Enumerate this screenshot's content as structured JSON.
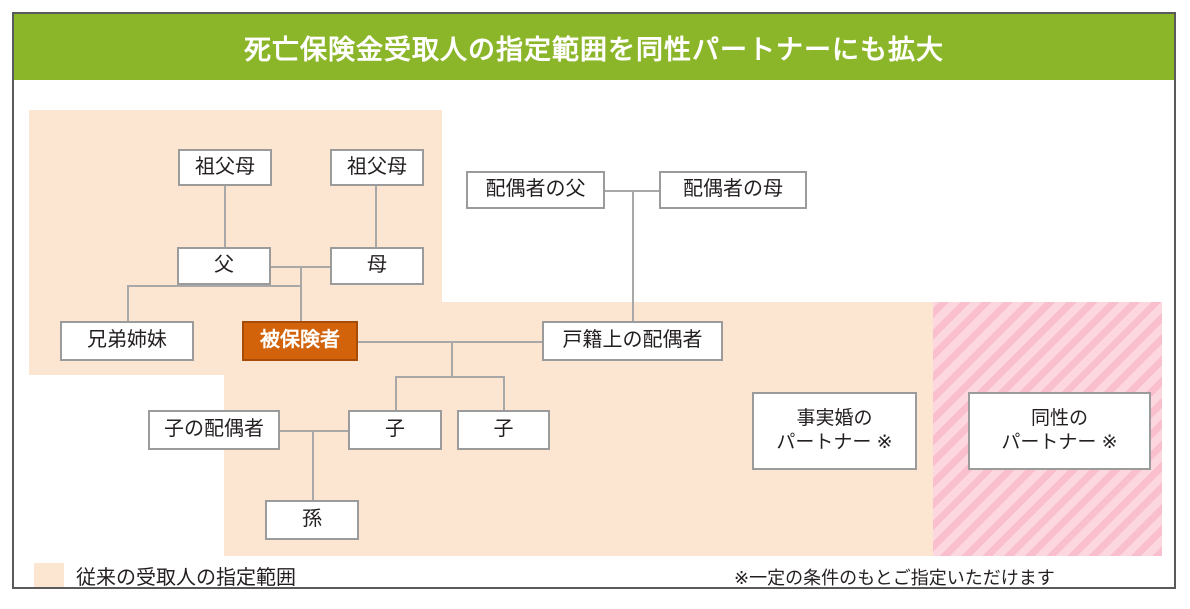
{
  "header": {
    "title": "死亡保険金受取人の指定範囲を同性パートナーにも拡大",
    "background_color": "#8cb62a",
    "text_color": "#ffffff"
  },
  "colors": {
    "existing_scope_shade": "#fce6d2",
    "new_scope_stripe": "#f9bfcc",
    "insured_highlight": "#d2630b",
    "node_border": "#9b9b9b",
    "connector_line": "#a8a8a8",
    "card_border": "#5a5a5a"
  },
  "diagram": {
    "type": "family-tree",
    "nodes": [
      {
        "id": "grandparents-paternal",
        "label": "祖父母",
        "highlight": false
      },
      {
        "id": "grandparents-maternal",
        "label": "祖父母",
        "highlight": false
      },
      {
        "id": "father",
        "label": "父",
        "highlight": false
      },
      {
        "id": "mother",
        "label": "母",
        "highlight": false
      },
      {
        "id": "spouse-father",
        "label": "配偶者の父",
        "highlight": false
      },
      {
        "id": "spouse-mother",
        "label": "配偶者の母",
        "highlight": false
      },
      {
        "id": "siblings",
        "label": "兄弟姉妹",
        "highlight": false
      },
      {
        "id": "insured",
        "label": "被保険者",
        "highlight": true
      },
      {
        "id": "legal-spouse",
        "label": "戸籍上の配偶者",
        "highlight": false
      },
      {
        "id": "child-spouse",
        "label": "子の配偶者",
        "highlight": false
      },
      {
        "id": "child-1",
        "label": "子",
        "highlight": false
      },
      {
        "id": "child-2",
        "label": "子",
        "highlight": false
      },
      {
        "id": "grandchild",
        "label": "孫",
        "highlight": false
      },
      {
        "id": "common-law-partner",
        "label_line1": "事実婚の",
        "label_line2": "パートナー ※",
        "highlight": false
      },
      {
        "id": "same-sex-partner",
        "label_line1": "同性の",
        "label_line2": "パートナー ※",
        "highlight": false
      }
    ]
  },
  "legend": {
    "existing_scope_label": "従来の受取人の指定範囲"
  },
  "footnote": {
    "text": "※一定の条件のもとご指定いただけます"
  }
}
